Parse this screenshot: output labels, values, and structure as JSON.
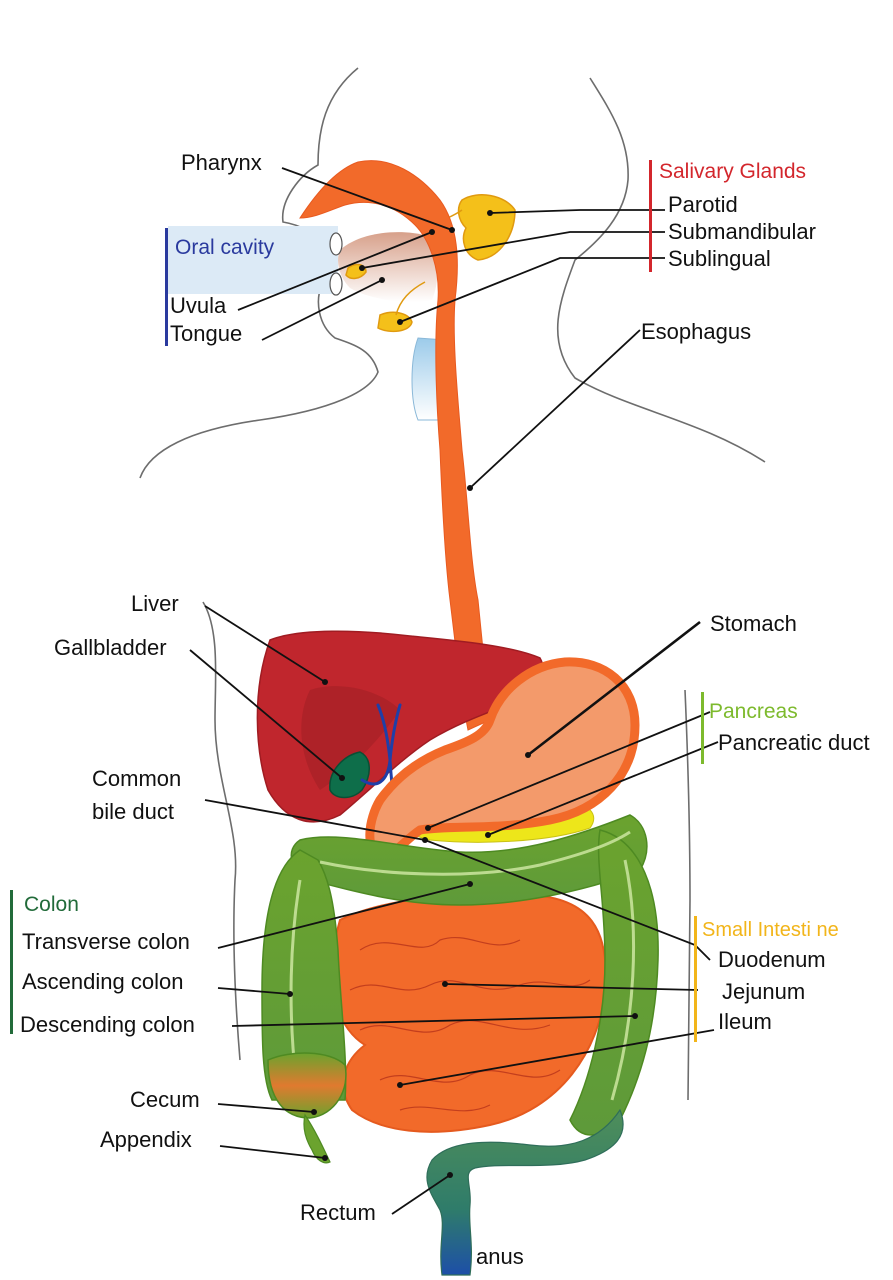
{
  "colors": {
    "orange_tract": "#F26A2A",
    "salivary": "#F4C01A",
    "liver": "#C0262D",
    "gallbladder": "#0E6E4A",
    "bile_duct": "#1F3FA8",
    "pancreas": "#EDE61A",
    "colon": "#6BA32E",
    "small_intestine": "#F26A2A",
    "rectum": "#2F7C6A",
    "oral_group": "#2A3A9E",
    "salivary_group": "#D3262C",
    "pancreas_group": "#7DBA2D",
    "colon_group": "#226B3A",
    "small_int_group": "#F2B51A"
  },
  "groups": {
    "salivary_glands": "Salivary Glands",
    "oral_cavity": "Oral cavity",
    "pancreas": "Pancreas",
    "colon": "Colon",
    "small_intestine": "Small Intesti ne"
  },
  "labels": {
    "pharynx": "Pharynx",
    "parotid": "Parotid",
    "submandibular": "Submandibular",
    "sublingual": "Sublingual",
    "uvula": "Uvula",
    "tongue": "Tongue",
    "esophagus": "Esophagus",
    "liver": "Liver",
    "gallbladder": "Gallbladder",
    "stomach": "Stomach",
    "pancreatic_duct": "Pancreatic duct",
    "common_bile_duct_1": "Common",
    "common_bile_duct_2": "bile duct",
    "transverse_colon": "Transverse colon",
    "ascending_colon": "Ascending colon",
    "descending_colon": "Descending colon",
    "duodenum": "Duodenum",
    "jejunum": "Jejunum",
    "ileum": "Ileum",
    "cecum": "Cecum",
    "appendix": "Appendix",
    "rectum": "Rectum",
    "anus": "anus"
  }
}
